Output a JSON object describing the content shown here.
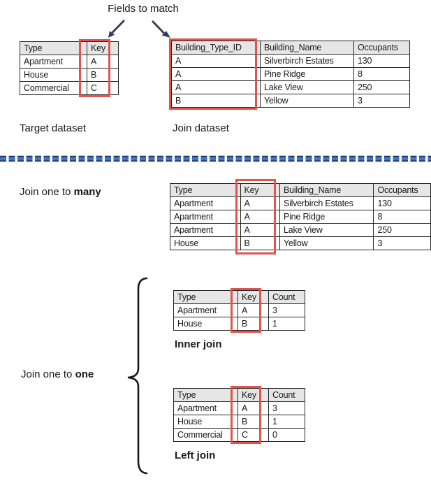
{
  "annotation": {
    "fields_to_match": "Fields to match"
  },
  "labels": {
    "target_dataset": "Target dataset",
    "join_dataset": "Join dataset",
    "join_one_to_many_prefix": "Join one to ",
    "join_one_to_many_bold": "many",
    "join_one_to_one_prefix": "Join one to ",
    "join_one_to_one_bold": "one",
    "inner_join": "Inner join",
    "left_join": "Left join"
  },
  "tables": {
    "target": {
      "headers": [
        "Type",
        "Key"
      ],
      "rows": [
        [
          "Apartment",
          "A"
        ],
        [
          "House",
          "B"
        ],
        [
          "Commercial",
          "C"
        ]
      ],
      "highlighted_column": "Key"
    },
    "join": {
      "headers": [
        "Building_Type_ID",
        "Building_Name",
        "Occupants"
      ],
      "rows": [
        [
          "A",
          "Silverbirch Estates",
          "130"
        ],
        [
          "A",
          "Pine Ridge",
          "8"
        ],
        [
          "A",
          "Lake View",
          "250"
        ],
        [
          "B",
          "Yellow",
          "3"
        ]
      ],
      "highlighted_column": "Building_Type_ID"
    },
    "one_to_many": {
      "headers": [
        "Type",
        "Key",
        "Building_Name",
        "Occupants"
      ],
      "rows": [
        [
          "Apartment",
          "A",
          "Silverbirch Estates",
          "130"
        ],
        [
          "Apartment",
          "A",
          "Pine Ridge",
          "8"
        ],
        [
          "Apartment",
          "A",
          "Lake View",
          "250"
        ],
        [
          "House",
          "B",
          "Yellow",
          "3"
        ]
      ],
      "highlighted_column": "Key"
    },
    "inner_join": {
      "headers": [
        "Type",
        "Key",
        "Count"
      ],
      "rows": [
        [
          "Apartment",
          "A",
          "3"
        ],
        [
          "House",
          "B",
          "1"
        ]
      ],
      "highlighted_column": "Key"
    },
    "left_join": {
      "headers": [
        "Type",
        "Key",
        "Count"
      ],
      "rows": [
        [
          "Apartment",
          "A",
          "3"
        ],
        [
          "House",
          "B",
          "1"
        ],
        [
          "Commercial",
          "C",
          "0"
        ]
      ],
      "highlighted_column": "Key"
    }
  },
  "colors": {
    "highlight_border": "#e0544d",
    "header_bg": "#e7e6e6",
    "table_border": "#262626",
    "arrow": "#323e4f",
    "divider_blue": "#4472c4",
    "divider_dark": "#17375e",
    "brace": "#1a1a1a",
    "text": "#1a1a1a"
  }
}
